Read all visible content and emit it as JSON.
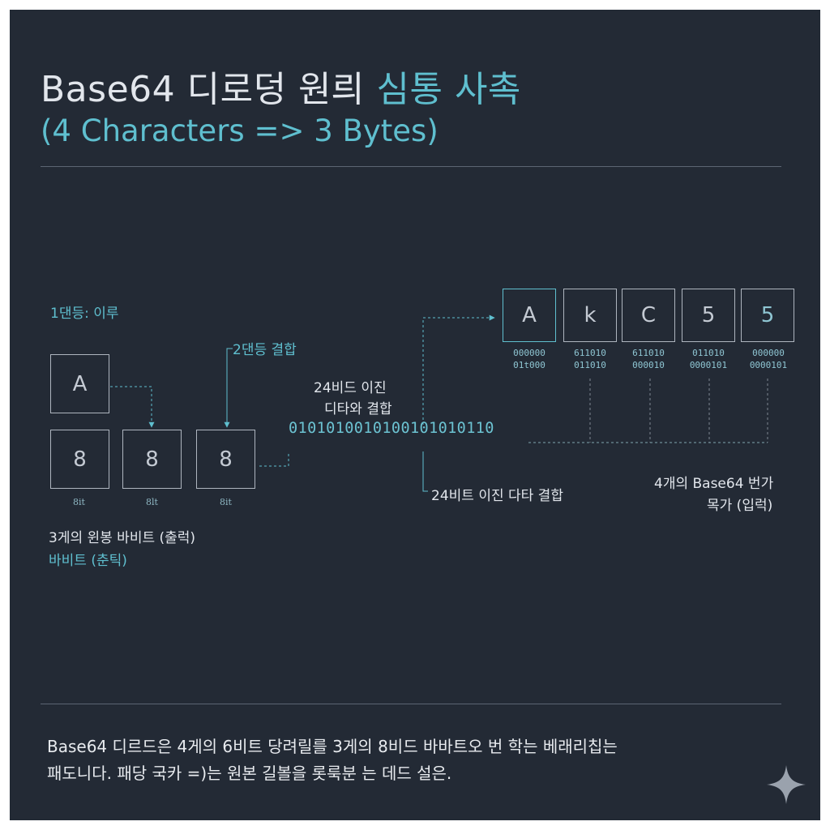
{
  "title": {
    "part1": "Base64 디로덩 원릐 ",
    "part2": "심통 사촉",
    "subtitle": "(4 Characters => 3 Bytes)"
  },
  "step1_label": "1댄등: 이루",
  "step2_label": "2댄등 결합",
  "input_byte_A": "A",
  "input_bytes": [
    "8",
    "8",
    "8"
  ],
  "bit_labels": [
    "8it",
    "8lt",
    "8it"
  ],
  "raw_bytes_caption": {
    "line1": "3게의 윈봉 바비트 (출럭)",
    "line2a": "바비트 (",
    "line2b": "춘틱",
    "line2c": ")"
  },
  "combine_label": {
    "line1": "24비드 이진",
    "line2": "디타와 결합"
  },
  "bit_string": "010101001010010101011 0",
  "bit_string_full": "0101010010100101010110",
  "combined_caption": "24비트 이진 다타 결합",
  "base64_chars": [
    "A",
    "k",
    "C",
    "5",
    "5"
  ],
  "base64_codes": [
    [
      "000000",
      "01t000"
    ],
    [
      "611010",
      "011010"
    ],
    [
      "611010",
      "000010"
    ],
    [
      "011010",
      "0000101"
    ],
    [
      "000000",
      "0000101"
    ]
  ],
  "base64_caption": {
    "line1": "4개의 Base64 번가",
    "line2": "목가 (입럭)"
  },
  "footer": {
    "line1": "Base64 디르드은 4게의 6비트 당려릴를 3게의 8비드 바바트오 번 학는 베래리칩는",
    "line2": "패도니다. 패당 국카 =)는 원본 길볼을 롯룩분 는 데드 설은."
  },
  "colors": {
    "background": "#232a35",
    "accent": "#5fbfcf",
    "box_border": "#aeb5bf",
    "text": "#e2e6ec"
  },
  "icons": {
    "sparkle": "sparkle-icon"
  }
}
